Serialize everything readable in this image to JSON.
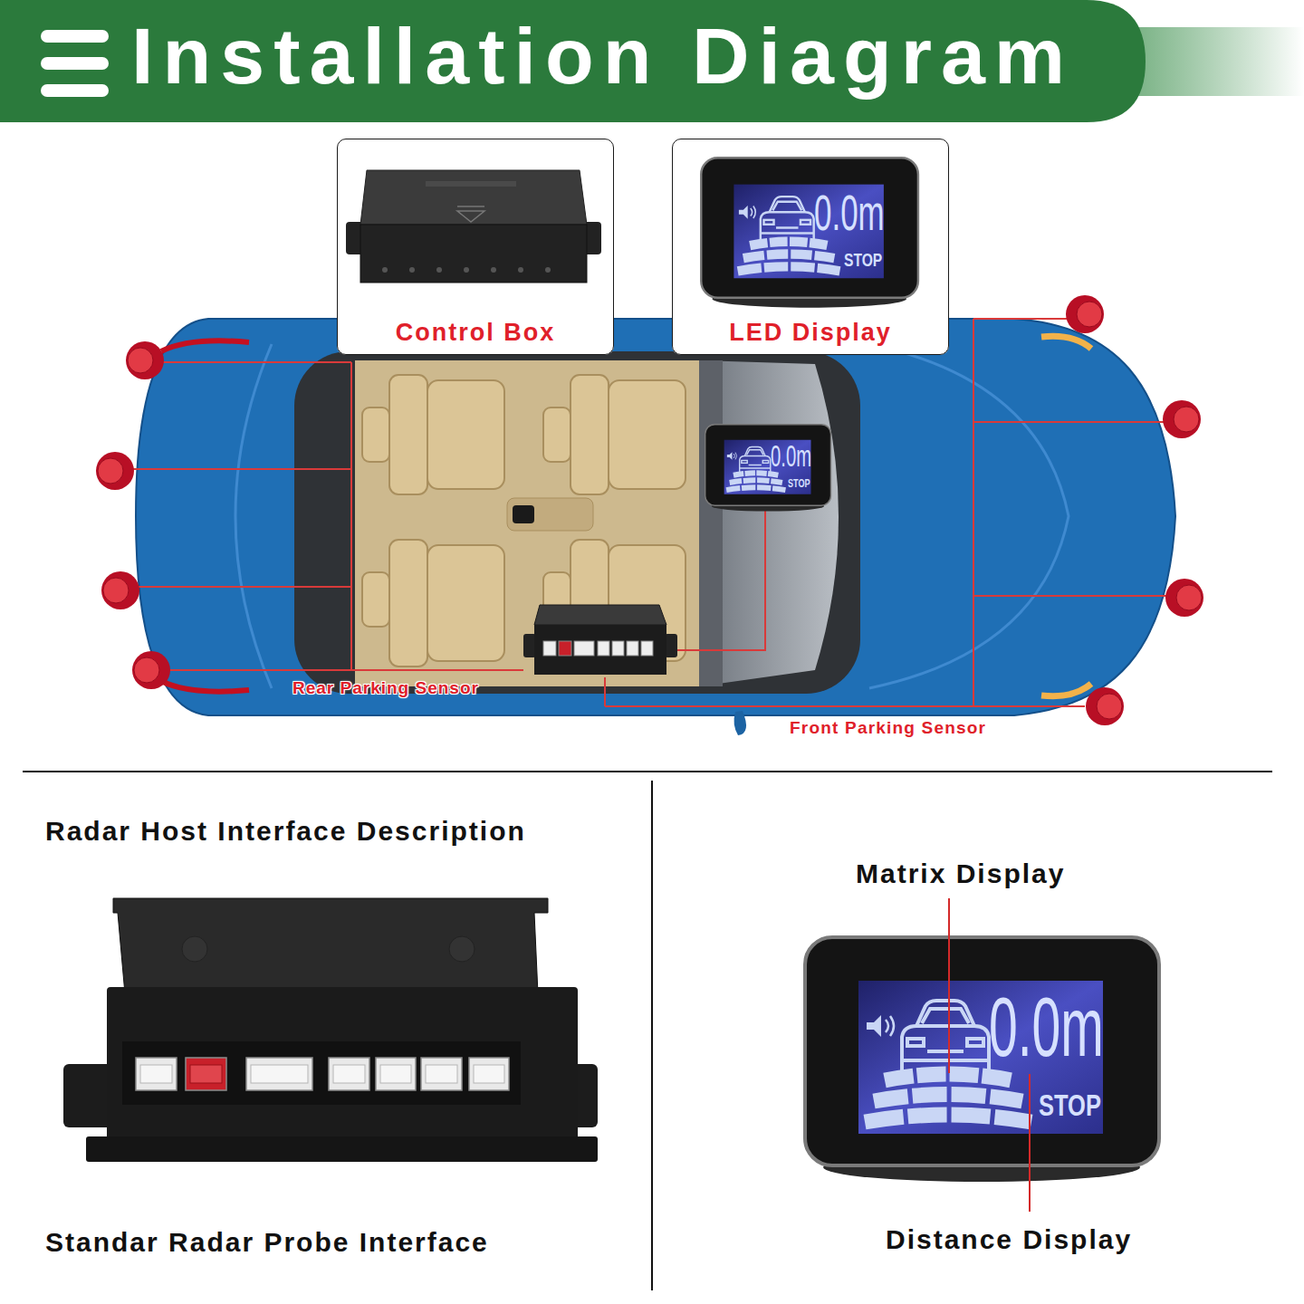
{
  "diagram": {
    "title": "Installation Diagram",
    "nodes": [
      {
        "text": [
          "Control Box"
        ]
      },
      {
        "text": [
          "LED Display"
        ]
      }
    ],
    "labels": [
      "0.0m",
      "STOP",
      "0.0m",
      "STOP",
      "Rear Parking Sensor",
      "Front Parking Sensor",
      "Radar Host Interface Description",
      "Matrix Display",
      "0.0m",
      "STOP",
      "Standar Radar Probe Interface",
      "Distance Display"
    ]
  }
}
